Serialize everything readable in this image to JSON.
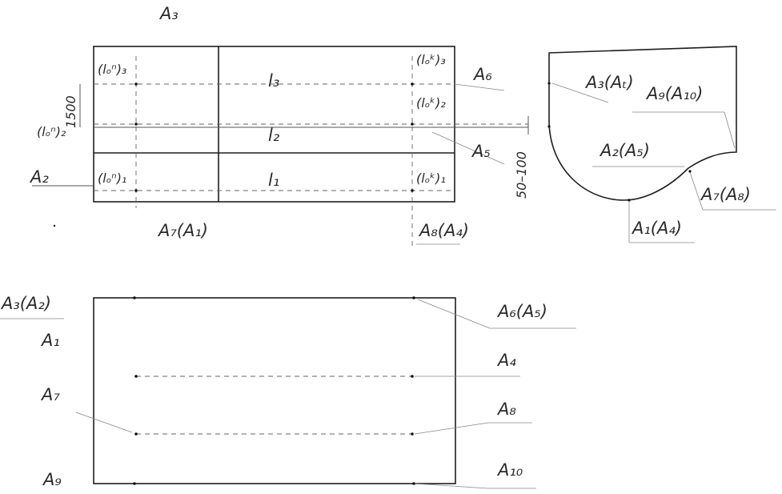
{
  "plan": {
    "labels": {
      "a3": "A₃",
      "a2": "A₂",
      "a6": "A₆",
      "a5": "A₅",
      "a7_a1": "A₇(A₁)",
      "a8_a4": "A₈(A₄)",
      "l3": "l₃",
      "l2": "l₂",
      "l1": "l₁",
      "lo_n3": "(lₒⁿ)₃",
      "lo_n2": "(lₒⁿ)₂",
      "lo_n1": "(lₒⁿ)₁",
      "lo_k3": "(lₒᵏ)₃",
      "lo_k2": "(lₒᵏ)₂",
      "lo_k1": "(lₒᵏ)₁",
      "dim_1500": "1500",
      "dim_50_100": "50–100"
    }
  },
  "section": {
    "labels": {
      "a3_at": "A₃(Aₜ)",
      "a9_a10": "A₉(A₁₀)",
      "a2_a5": "A₂(A₅)",
      "a7_a8": "A₇(A₈)",
      "a1_a4": "A₁(A₄)"
    }
  },
  "layout2": {
    "labels": {
      "a3_a2": "A₃(A₂)",
      "a1": "A₁",
      "a7": "A₇",
      "a9": "A₉",
      "a6_a5": "A₆(A₅)",
      "a4": "A₄",
      "a8": "A₈",
      "a10": "A₁₀"
    }
  }
}
